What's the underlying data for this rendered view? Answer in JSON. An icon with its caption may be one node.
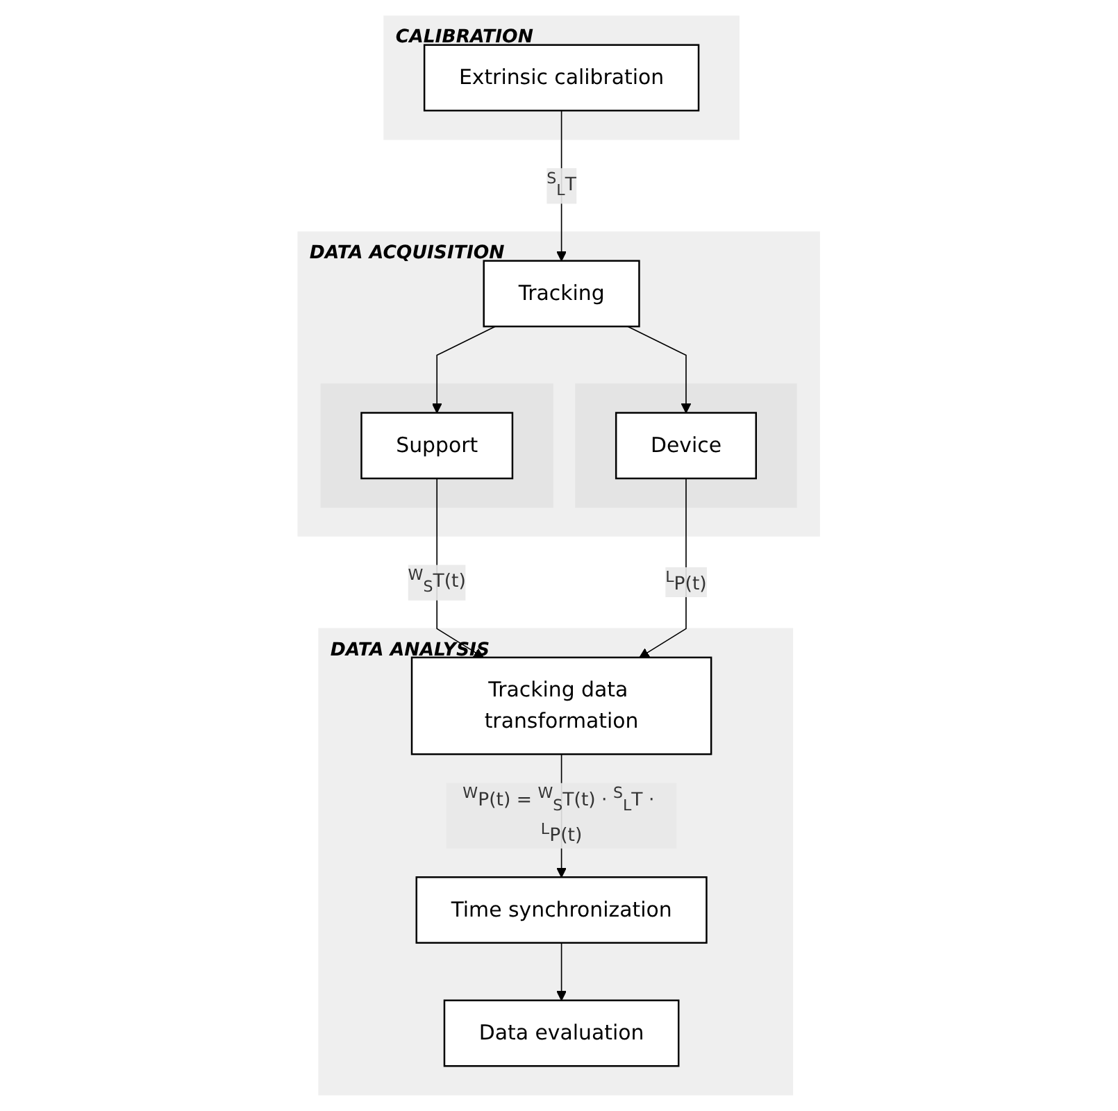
{
  "diagram": {
    "nodes": [
      {
        "text": [
          "CALIBRATION"
        ]
      },
      {
        "text": [
          "Extrinsic calibration"
        ],
        "in": 0
      },
      {
        "text": [
          "DATA ACQUISITION"
        ]
      },
      {
        "text": [
          "Tracking"
        ],
        "in": 2
      },
      {
        "text": [],
        "shape": "box",
        "in": 2
      },
      {
        "text": [
          "Support"
        ],
        "in": 4
      },
      {
        "text": [],
        "shape": "box",
        "in": 2
      },
      {
        "text": [
          "Device"
        ],
        "in": 6
      },
      {
        "text": [
          "DATA ANALYSIS"
        ]
      },
      {
        "text": [
          "Tracking data transformation"
        ],
        "in": 8
      },
      {
        "text": [
          "Time synchronization"
        ],
        "in": 8
      },
      {
        "text": [
          "Data evaluation"
        ],
        "in": 8
      }
    ],
    "edges": [
      {
        "from": 1,
        "to": 3,
        "arrow": "to",
        "label": "$^{S}$$_{L}$T"
      },
      {
        "from": 3,
        "to": 5,
        "arrow": "to"
      },
      {
        "from": 3,
        "to": 7,
        "arrow": "to"
      },
      {
        "from": 5,
        "to": 9,
        "arrow": "to",
        "label": "$^{W}$$_{S}$T(t)"
      },
      {
        "from": 7,
        "to": 9,
        "arrow": "to",
        "label": "$^{L}$P(t)"
      },
      {
        "from": 9,
        "to": 10,
        "arrow": "to",
        "label": "$^{W}$P(t) = $^{W}$$_{S}$T(t) · $^{S}$$_{L}$T · $^{L}$P(t)"
      },
      {
        "from": 10,
        "to": 11,
        "arrow": "to"
      }
    ]
  }
}
